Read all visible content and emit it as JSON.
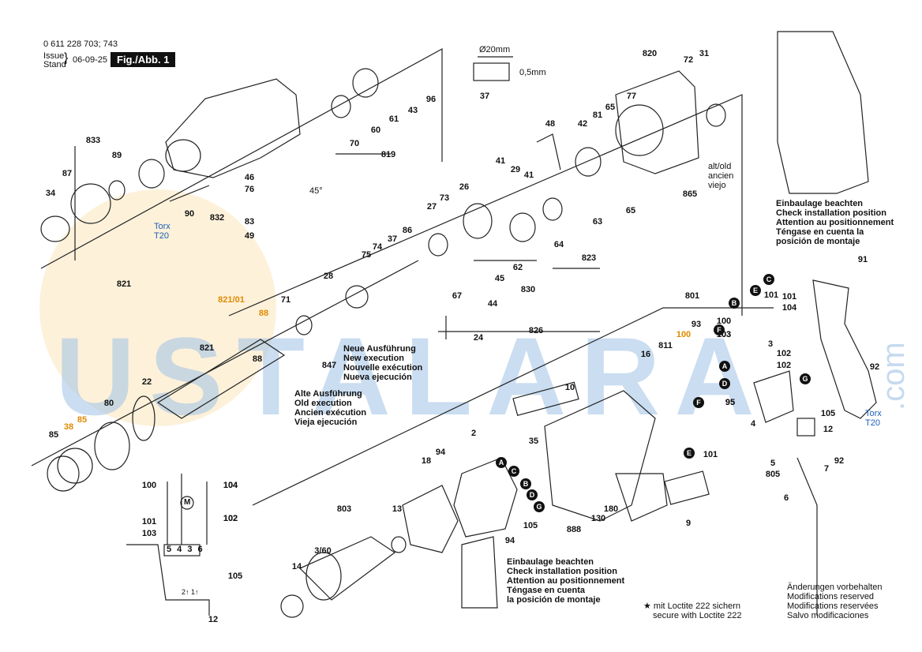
{
  "header": {
    "doc_number": "0 611 228 703; 743",
    "issue_label": "Issue",
    "stand_label": "Stand",
    "date": "06-09-25",
    "figure_label": "Fig./Abb. 1"
  },
  "watermark": {
    "text": "USTALARA",
    "suffix": ".com",
    "color": "#9fc3e6",
    "sun_color": "#f6c76a"
  },
  "notes": {
    "new_execution": [
      "Neue Ausführung",
      "New execution",
      "Nouvelle exécution",
      "Nueva ejecución"
    ],
    "old_execution": [
      "Alte Ausführung",
      "Old execution",
      "Ancien exécution",
      "Vieja ejecución"
    ],
    "install_top": [
      "Einbaulage beachten",
      "Check installation position",
      "Attention au positionnement",
      "Téngase en cuenta la",
      "posición de montaje"
    ],
    "install_bottom": [
      "Einbaulage beachten",
      "Check installation position",
      "Attention au positionnement",
      "Téngase en cuenta",
      "la posición de montaje"
    ],
    "loctite": [
      "★ mit Loctite 222 sichern",
      "secure with Loctite 222"
    ],
    "changes": [
      "Änderungen vorbehalten",
      "Modifications reserved",
      "Modifications reservées",
      "Salvo modificaciones"
    ],
    "torx_1": [
      "Torx",
      "T20"
    ],
    "torx_2": [
      "Torx",
      "T20"
    ],
    "alt_old": [
      "alt/old",
      "ancien",
      "viejo"
    ],
    "dim_diameter": "Ø20mm",
    "dim_thickness": "0,5mm",
    "angle": "45°"
  },
  "callouts": [
    {
      "id": "c833",
      "label": "833"
    },
    {
      "id": "c87",
      "label": "87"
    },
    {
      "id": "c89",
      "label": "89"
    },
    {
      "id": "c34",
      "label": "34"
    },
    {
      "id": "c46",
      "label": "46"
    },
    {
      "id": "c76",
      "label": "76"
    },
    {
      "id": "c832",
      "label": "832"
    },
    {
      "id": "c83",
      "label": "83"
    },
    {
      "id": "c49",
      "label": "49"
    },
    {
      "id": "c90",
      "label": "90"
    },
    {
      "id": "c70",
      "label": "70"
    },
    {
      "id": "c60",
      "label": "60"
    },
    {
      "id": "c61",
      "label": "61"
    },
    {
      "id": "c43",
      "label": "43"
    },
    {
      "id": "c96",
      "label": "96"
    },
    {
      "id": "c819",
      "label": "819"
    },
    {
      "id": "c37",
      "label": "37"
    },
    {
      "id": "c820",
      "label": "820"
    },
    {
      "id": "c72",
      "label": "72"
    },
    {
      "id": "c31",
      "label": "31"
    },
    {
      "id": "c77",
      "label": "77"
    },
    {
      "id": "c65a",
      "label": "65"
    },
    {
      "id": "c81",
      "label": "81"
    },
    {
      "id": "c42",
      "label": "42"
    },
    {
      "id": "c48",
      "label": "48"
    },
    {
      "id": "c41a",
      "label": "41"
    },
    {
      "id": "c29",
      "label": "29"
    },
    {
      "id": "c41b",
      "label": "41"
    },
    {
      "id": "c26",
      "label": "26"
    },
    {
      "id": "c73",
      "label": "73"
    },
    {
      "id": "c27",
      "label": "27"
    },
    {
      "id": "c865",
      "label": "865"
    },
    {
      "id": "c65b",
      "label": "65"
    },
    {
      "id": "c63",
      "label": "63"
    },
    {
      "id": "c64",
      "label": "64"
    },
    {
      "id": "c823",
      "label": "823"
    },
    {
      "id": "c86",
      "label": "86"
    },
    {
      "id": "c37b",
      "label": "37"
    },
    {
      "id": "c74",
      "label": "74"
    },
    {
      "id": "c75",
      "label": "75"
    },
    {
      "id": "c62",
      "label": "62"
    },
    {
      "id": "c45",
      "label": "45"
    },
    {
      "id": "c830",
      "label": "830"
    },
    {
      "id": "c28",
      "label": "28"
    },
    {
      "id": "c82101",
      "label": "821/01"
    },
    {
      "id": "c71",
      "label": "71"
    },
    {
      "id": "c88a",
      "label": "88"
    },
    {
      "id": "c67",
      "label": "67"
    },
    {
      "id": "c44",
      "label": "44"
    },
    {
      "id": "c826",
      "label": "826"
    },
    {
      "id": "c24",
      "label": "24"
    },
    {
      "id": "c821a",
      "label": "821"
    },
    {
      "id": "c821b",
      "label": "821"
    },
    {
      "id": "c847",
      "label": "847"
    },
    {
      "id": "c22",
      "label": "22"
    },
    {
      "id": "c80",
      "label": "80"
    },
    {
      "id": "c85a",
      "label": "85"
    },
    {
      "id": "c38",
      "label": "38"
    },
    {
      "id": "c85b",
      "label": "85"
    },
    {
      "id": "c88b",
      "label": "88"
    },
    {
      "id": "c100",
      "label": "100"
    },
    {
      "id": "c104",
      "label": "104"
    },
    {
      "id": "c103",
      "label": "103"
    },
    {
      "id": "c102",
      "label": "102"
    },
    {
      "id": "c101",
      "label": "101"
    },
    {
      "id": "c91",
      "label": "91"
    },
    {
      "id": "c801",
      "label": "801"
    },
    {
      "id": "c811",
      "label": "811"
    },
    {
      "id": "c16",
      "label": "16"
    },
    {
      "id": "c93",
      "label": "93"
    },
    {
      "id": "c100b",
      "label": "100"
    },
    {
      "id": "c101b",
      "label": "101"
    },
    {
      "id": "c104b",
      "label": "104"
    },
    {
      "id": "c103b",
      "label": "103"
    },
    {
      "id": "c3",
      "label": "3"
    },
    {
      "id": "c102b",
      "label": "102"
    },
    {
      "id": "c102c",
      "label": "102"
    },
    {
      "id": "c95",
      "label": "95"
    },
    {
      "id": "c4",
      "label": "4"
    },
    {
      "id": "c105",
      "label": "105"
    },
    {
      "id": "c12",
      "label": "12"
    },
    {
      "id": "c92a",
      "label": "92"
    },
    {
      "id": "c92b",
      "label": "92"
    },
    {
      "id": "c5",
      "label": "5"
    },
    {
      "id": "c805",
      "label": "805"
    },
    {
      "id": "c7",
      "label": "7"
    },
    {
      "id": "c6",
      "label": "6"
    },
    {
      "id": "c10",
      "label": "10"
    },
    {
      "id": "c2",
      "label": "2"
    },
    {
      "id": "c35",
      "label": "35"
    },
    {
      "id": "c18",
      "label": "18"
    },
    {
      "id": "c94a",
      "label": "94"
    },
    {
      "id": "c803",
      "label": "803"
    },
    {
      "id": "c13",
      "label": "13"
    },
    {
      "id": "c360",
      "label": "3/60"
    },
    {
      "id": "c14",
      "label": "14"
    },
    {
      "id": "c94b",
      "label": "94"
    },
    {
      "id": "c105b",
      "label": "105"
    },
    {
      "id": "c180",
      "label": "180"
    },
    {
      "id": "c130",
      "label": "130"
    },
    {
      "id": "c888",
      "label": "888"
    },
    {
      "id": "c9",
      "label": "9"
    },
    {
      "id": "c101c",
      "label": "101"
    },
    {
      "id": "c100c",
      "label": "100"
    },
    {
      "id": "c104c",
      "label": "104"
    },
    {
      "id": "c101d",
      "label": "101"
    },
    {
      "id": "c103c",
      "label": "103"
    },
    {
      "id": "c102d",
      "label": "102"
    },
    {
      "id": "c105c",
      "label": "105"
    },
    {
      "id": "c12b",
      "label": "12"
    },
    {
      "id": "c95b",
      "label": "95"
    }
  ],
  "letter_badges": [
    {
      "id": "bA1",
      "label": "A"
    },
    {
      "id": "bC1",
      "label": "C"
    },
    {
      "id": "bB1",
      "label": "B"
    },
    {
      "id": "bD1",
      "label": "D"
    },
    {
      "id": "bG1",
      "label": "G"
    },
    {
      "id": "bA2",
      "label": "A"
    },
    {
      "id": "bD2",
      "label": "D"
    },
    {
      "id": "bB2",
      "label": "B"
    },
    {
      "id": "bE1",
      "label": "E"
    },
    {
      "id": "bC2",
      "label": "C"
    },
    {
      "id": "bF1",
      "label": "F"
    },
    {
      "id": "bF2",
      "label": "F"
    },
    {
      "id": "bE2",
      "label": "E"
    },
    {
      "id": "bG2",
      "label": "G"
    }
  ],
  "wiring": {
    "terminals": "5 4 3 6",
    "terminal_small": "2↑ 1↑",
    "motor": "M"
  }
}
